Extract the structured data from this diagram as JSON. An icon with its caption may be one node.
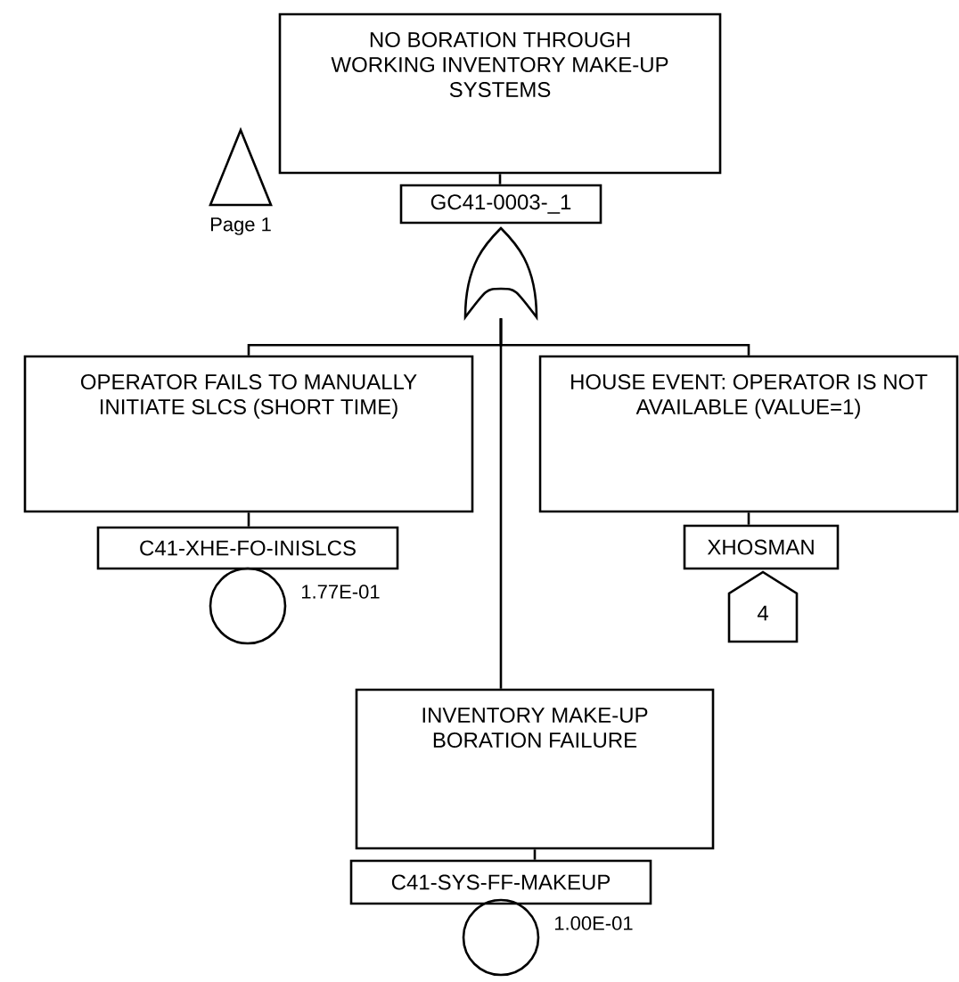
{
  "diagram": {
    "nodes": [
      {
        "text": [
          "NO BORATION THROUGH WORKING INVENTORY MAKE-UP SYSTEMS"
        ]
      },
      {
        "text": [
          "GC41-0003-_1"
        ]
      },
      {
        "text": [],
        "shape": "gate"
      },
      {
        "text": [],
        "shape": "triangle",
        "beside": [
          "Page 1"
        ]
      },
      {
        "text": [
          "OPERATOR FAILS TO MANUALLY INITIATE SLCS (SHORT TIME)"
        ]
      },
      {
        "text": [
          "C41-XHE-FO-INISLCS"
        ]
      },
      {
        "text": [],
        "shape": "circle",
        "beside": [
          "1.77E-01"
        ]
      },
      {
        "text": [
          "HOUSE EVENT: OPERATOR IS NOT AVAILABLE (VALUE=1)"
        ]
      },
      {
        "text": [
          "XHOSMAN"
        ]
      },
      {
        "text": [
          "4"
        ]
      },
      {
        "text": [
          "INVENTORY MAKE-UP BORATION FAILURE"
        ]
      },
      {
        "text": [
          "C41-SYS-FF-MAKEUP"
        ]
      },
      {
        "text": [],
        "shape": "circle",
        "beside": [
          "1.00E-01"
        ]
      }
    ],
    "edges": [
      {
        "from": 0,
        "to": 1,
        "arrow": "none"
      },
      {
        "from": 2,
        "to": 4,
        "arrow": "none"
      },
      {
        "from": 2,
        "to": 7,
        "arrow": "none"
      },
      {
        "from": 2,
        "to": 10,
        "arrow": "none"
      },
      {
        "from": 4,
        "to": 5,
        "arrow": "none"
      },
      {
        "from": 7,
        "to": 8,
        "arrow": "none"
      },
      {
        "from": 10,
        "to": 11,
        "arrow": "none"
      }
    ]
  }
}
